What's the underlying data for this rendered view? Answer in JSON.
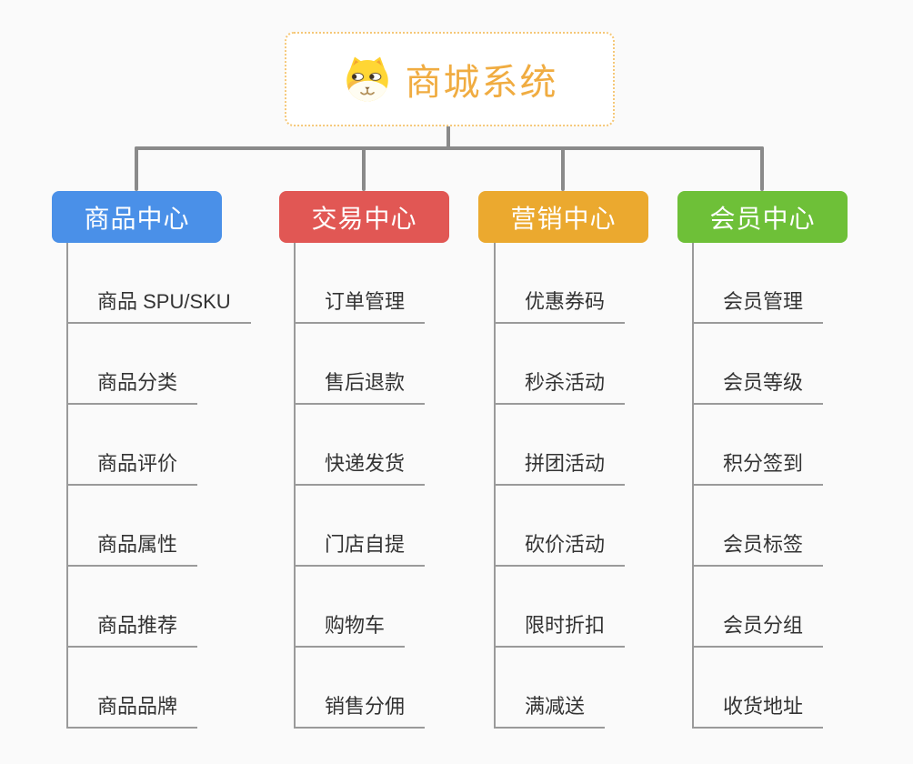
{
  "page": {
    "background": "#FAFAFA"
  },
  "text_color": "#333333",
  "lines": {
    "connector_color": "#8A8A8A",
    "underline_color": "#9A9A9A"
  },
  "root": {
    "title": "商城系统",
    "title_color": "#F0AC41",
    "border_color": "#F5C878",
    "icon": "dog-face-icon",
    "icon_colors": {
      "head": "#FFD634",
      "ear": "#FFD02C",
      "muzzle": "#FFFDF2"
    }
  },
  "branches": [
    {
      "label": "商品中心",
      "color": "#4A90E8",
      "children": [
        "商品 SPU/SKU",
        "商品分类",
        "商品评价",
        "商品属性",
        "商品推荐",
        "商品品牌"
      ]
    },
    {
      "label": "交易中心",
      "color": "#E15754",
      "children": [
        "订单管理",
        "售后退款",
        "快递发货",
        "门店自提",
        "购物车",
        "销售分佣"
      ]
    },
    {
      "label": "营销中心",
      "color": "#EBA92F",
      "children": [
        "优惠券码",
        "秒杀活动",
        "拼团活动",
        "砍价活动",
        "限时折扣",
        "满减送"
      ]
    },
    {
      "label": "会员中心",
      "color": "#6EC038",
      "children": [
        "会员管理",
        "会员等级",
        "积分签到",
        "会员标签",
        "会员分组",
        "收货地址"
      ]
    }
  ]
}
